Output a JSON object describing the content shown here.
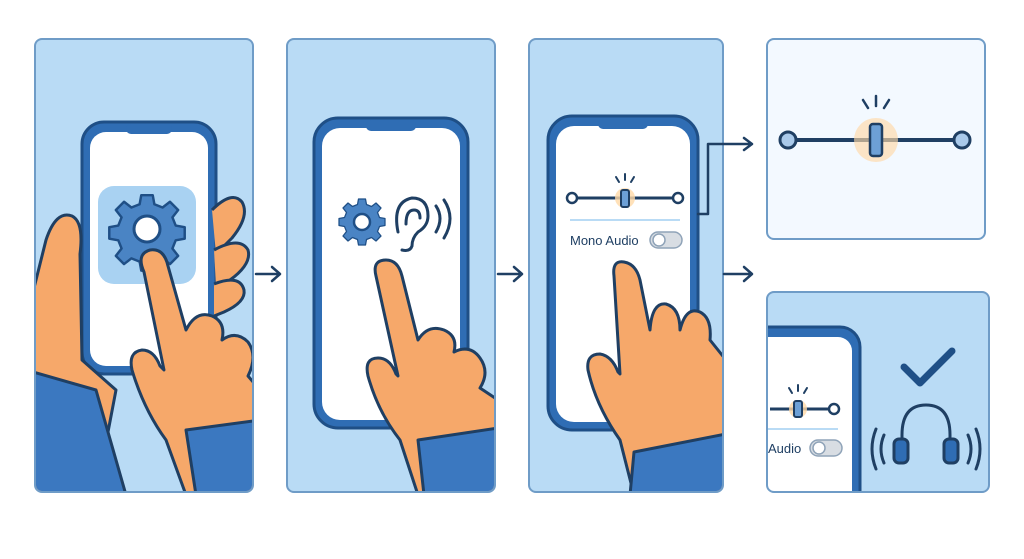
{
  "steps": [
    {
      "title": "Open Settings",
      "icon": "gear-icon"
    },
    {
      "title": "Accessibility",
      "icons": [
        "gear-icon",
        "ear-icon"
      ]
    },
    {
      "title": "Mono Audio toggle",
      "toggle_label": "Mono Audio",
      "toggle_on": false
    },
    {
      "title": "Balance slider centered",
      "slider_position": 0.5
    },
    {
      "title": "Headphones balanced",
      "toggle_label_partial": "Audio",
      "icons": [
        "check-icon",
        "headphones-icon"
      ]
    }
  ],
  "colors": {
    "panel_blue": "#b9dbf5",
    "panel_pale": "#f3f9ff",
    "border": "#6f9cc7",
    "phone_frame": "#2f6db4",
    "skin": "#f6a86a",
    "sleeve": "#3b78c0",
    "accent_glow": "#ffc27a",
    "ink": "#1f3f63"
  }
}
